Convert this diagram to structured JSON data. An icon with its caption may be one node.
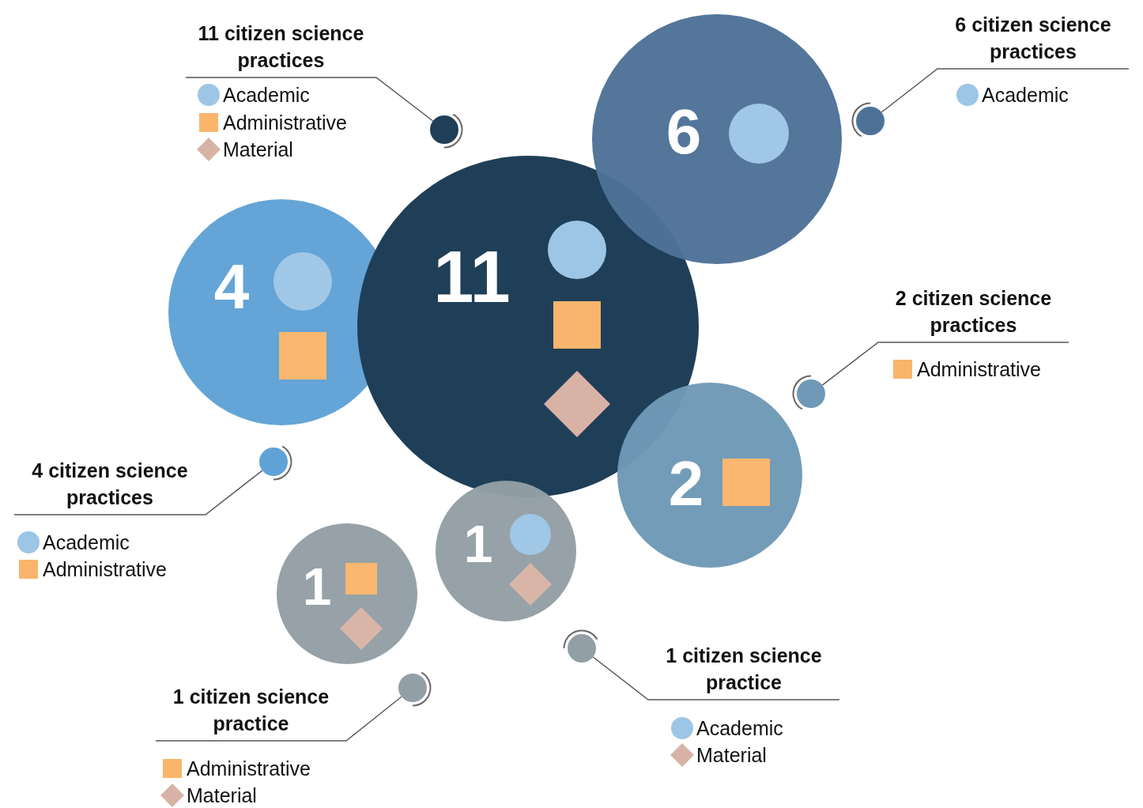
{
  "diagram": {
    "nodes": [
      {
        "text": [
          "11"
        ]
      },
      {
        "text": [
          "6"
        ]
      },
      {
        "text": [
          "4"
        ]
      },
      {
        "text": [
          "2"
        ]
      },
      {
        "text": [
          "1"
        ]
      },
      {
        "text": [
          "1"
        ]
      },
      {
        "text": [
          "11 citizen science practices"
        ]
      },
      {
        "text": [],
        "shape": "circle"
      },
      {
        "text": [
          "6 citizen science practices"
        ]
      },
      {
        "text": [],
        "shape": "circle"
      },
      {
        "text": [
          "2 citizen science practices"
        ]
      },
      {
        "text": [],
        "shape": "circle"
      },
      {
        "text": [
          "4 citizen science practices"
        ]
      },
      {
        "text": [],
        "shape": "circle"
      },
      {
        "text": [
          "1 citizen science practice"
        ]
      },
      {
        "text": [],
        "shape": "circle"
      },
      {
        "text": [
          "1 citizen science practice"
        ]
      },
      {
        "text": [],
        "shape": "circle"
      }
    ],
    "edges": [
      {
        "from": 6,
        "to": 7,
        "arrow": "none"
      },
      {
        "from": 8,
        "to": 9,
        "arrow": "none"
      },
      {
        "from": 10,
        "to": 11,
        "arrow": "none"
      },
      {
        "from": 12,
        "to": 13,
        "arrow": "none"
      },
      {
        "from": 14,
        "to": 15,
        "arrow": "none"
      },
      {
        "from": 16,
        "to": 17,
        "arrow": "none"
      }
    ],
    "legend": [
      {
        "text": "Academic",
        "color": "#9dc6e6"
      },
      {
        "text": "Administrative",
        "color": "#f9b56b"
      },
      {
        "text": "Material",
        "color": "#d8b3a5"
      },
      {
        "text": "Academic",
        "color": "#9dc6e6"
      },
      {
        "text": "Administrative",
        "color": "#f9b56b"
      },
      {
        "text": "Academic",
        "color": "#9dc6e6"
      },
      {
        "text": "Administrative",
        "color": "#f9b56b"
      },
      {
        "text": "Administrative",
        "color": "#f9b56b"
      },
      {
        "text": "Material",
        "color": "#d8b3a5"
      },
      {
        "text": "Academic",
        "color": "#9dc6e6"
      },
      {
        "text": "Material",
        "color": "#d8b3a5"
      }
    ]
  }
}
